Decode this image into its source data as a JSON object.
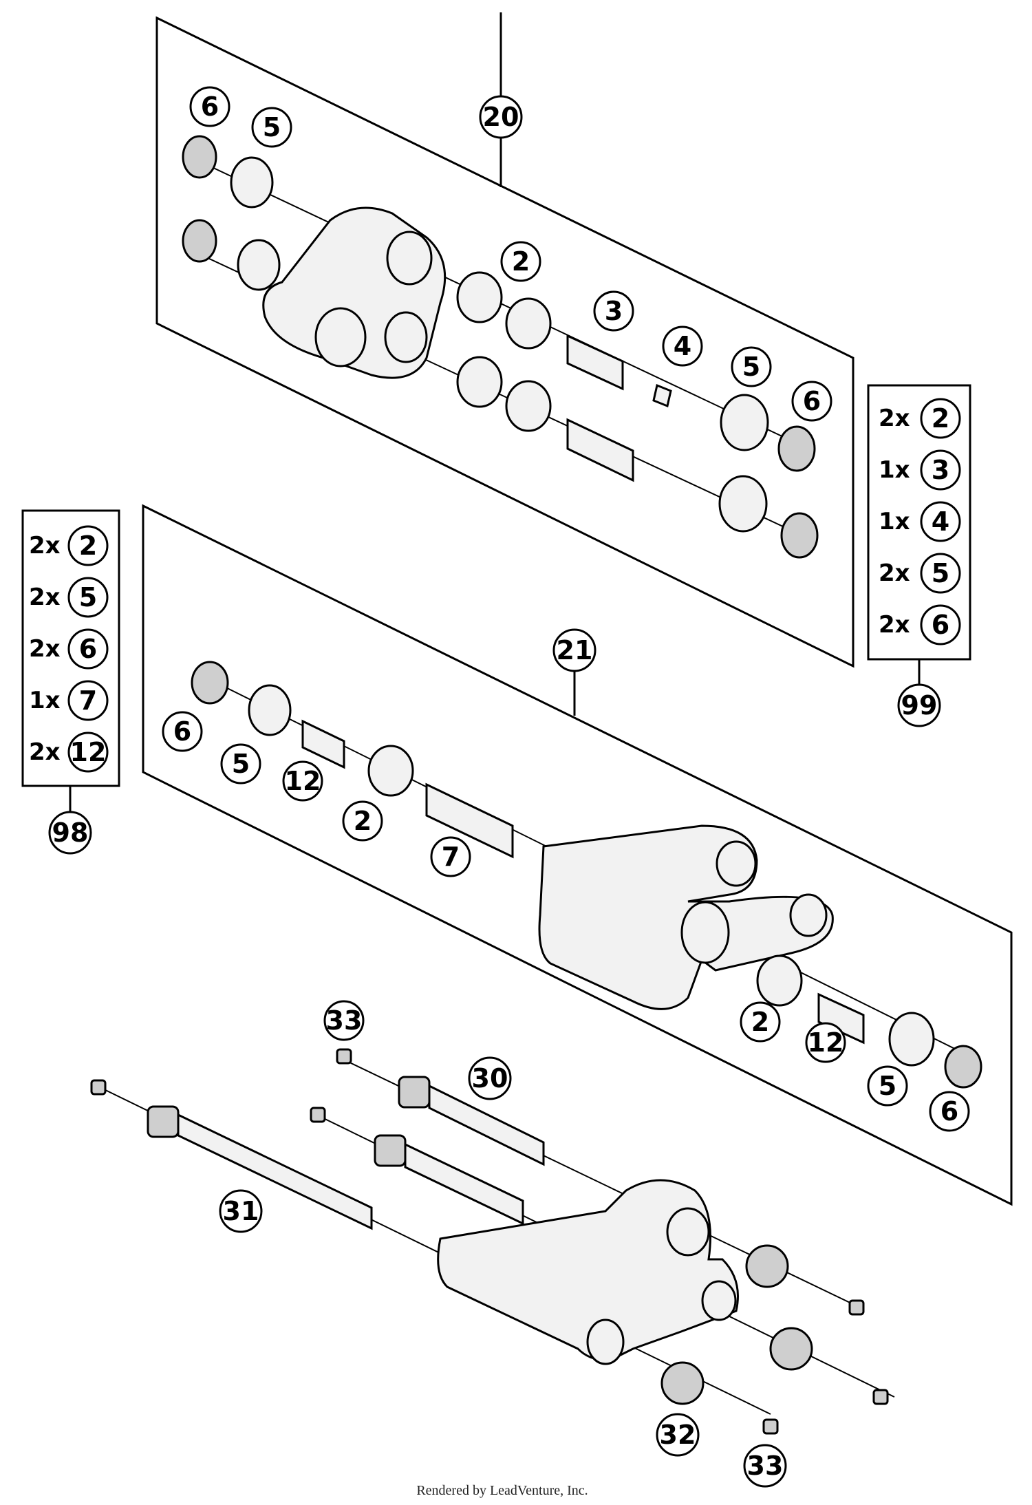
{
  "callouts": {
    "c20": "20",
    "c21": "21",
    "c30": "30",
    "c31": "31",
    "c32": "32",
    "c33a": "33",
    "c33b": "33",
    "c98": "98",
    "c99": "99",
    "up6a": "6",
    "up5a": "5",
    "up2": "2",
    "up3": "3",
    "up4": "4",
    "up5b": "5",
    "up6b": "6",
    "mid6a": "6",
    "mid5a": "5",
    "mid12a": "12",
    "mid2a": "2",
    "mid7": "7",
    "mid2b": "2",
    "mid12b": "12",
    "mid5b": "5",
    "mid6b": "6"
  },
  "kit99": [
    {
      "qty": "2x",
      "num": "2"
    },
    {
      "qty": "1x",
      "num": "3"
    },
    {
      "qty": "1x",
      "num": "4"
    },
    {
      "qty": "2x",
      "num": "5"
    },
    {
      "qty": "2x",
      "num": "6"
    }
  ],
  "kit98": [
    {
      "qty": "2x",
      "num": "2"
    },
    {
      "qty": "2x",
      "num": "5"
    },
    {
      "qty": "2x",
      "num": "6"
    },
    {
      "qty": "1x",
      "num": "7"
    },
    {
      "qty": "2x",
      "num": "12"
    }
  ],
  "credit": "Rendered by LeadVenture, Inc."
}
